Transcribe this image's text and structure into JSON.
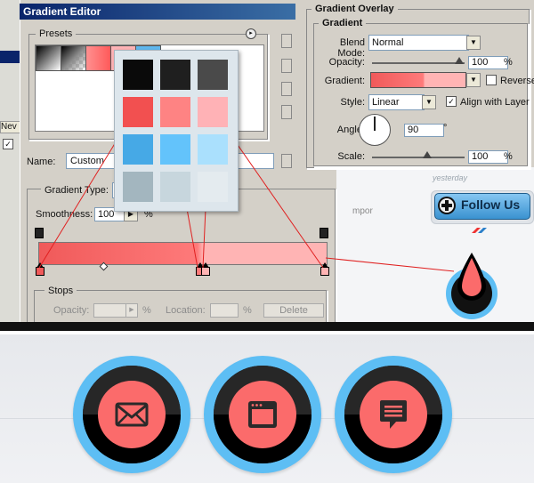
{
  "gradient_editor": {
    "title": "Gradient Editor",
    "presets_label": "Presets",
    "name_label": "Name:",
    "name_value": "Custom",
    "gradient_type_label": "Gradient Type:",
    "smoothness_label": "Smoothness:",
    "smoothness_value": "100",
    "smoothness_unit": "%",
    "stops_label": "Stops",
    "opacity_label": "Opacity:",
    "opacity_unit": "%",
    "location_label": "Location:",
    "location_unit": "%",
    "delete_label": "Delete",
    "gradient_colors": [
      "#f05a5a",
      "#fe7a7a",
      "#ffb4b4"
    ]
  },
  "popup_swatches": {
    "colors": [
      [
        "#0a0a0a",
        "#1f1f1f",
        "#4a4a4a"
      ],
      [
        "#f25050",
        "#fe8383",
        "#ffb2b6"
      ],
      [
        "#46a9e6",
        "#63c3fb",
        "#aae0fd"
      ],
      [
        "#a3b6bf",
        "#c7d6dd",
        "#e4ebef"
      ]
    ]
  },
  "gradient_overlay": {
    "title": "Gradient Overlay",
    "subtitle": "Gradient",
    "blend_mode_label": "Blend Mode:",
    "blend_mode_value": "Normal",
    "opacity_label": "Opacity:",
    "opacity_value": "100",
    "opacity_unit": "%",
    "gradient_label": "Gradient:",
    "reverse_label": "Reverse",
    "style_label": "Style:",
    "style_value": "Linear",
    "align_label": "Align with Layer",
    "angle_label": "Angle:",
    "angle_value": "90",
    "angle_unit": "°",
    "scale_label": "Scale:",
    "scale_value": "100",
    "scale_unit": "%"
  },
  "website": {
    "yesterday": "yesterday",
    "follow_label": "Follow Us",
    "partial_text": "mpor",
    "colors": {
      "accent_red": "#fb6b6b",
      "accent_blue": "#5dbef4",
      "dark": "#0c0c0c"
    }
  },
  "ghost_window": {
    "tab_label": "Nev",
    "check_mark": "✓"
  },
  "big_icons": [
    "mail-icon",
    "browser-window-icon",
    "chat-bubble-icon"
  ]
}
